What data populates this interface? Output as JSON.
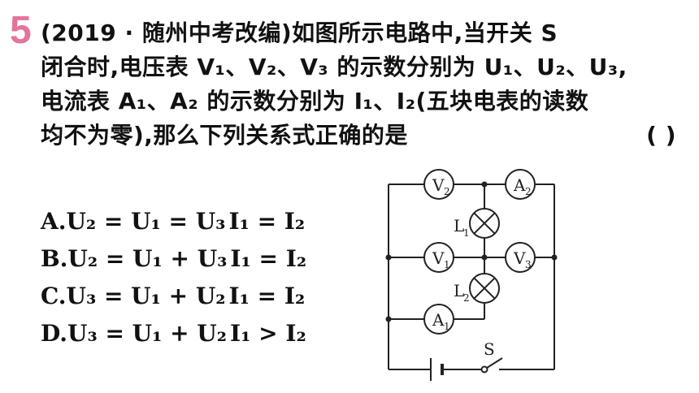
{
  "question": {
    "number": "5",
    "source": "(2019 · 随州中考改编)",
    "lines": [
      "如图所示电路中,当开关 S",
      "闭合时,电压表 V₁、V₂、V₃ 的示数分别为 U₁、U₂、U₃,",
      "电流表 A₁、A₂ 的示数分别为 I₁、I₂(五块电表的读数",
      "均不为零),那么下列关系式正确的是"
    ],
    "answer_paren": "(     )"
  },
  "options": [
    {
      "letter": "A.",
      "voltage": "U₂ = U₁ = U₃",
      "current": "I₁ = I₂"
    },
    {
      "letter": "B.",
      "voltage": "U₂ = U₁ + U₃",
      "current": "I₁ = I₂"
    },
    {
      "letter": "C.",
      "voltage": "U₃ = U₁ + U₂",
      "current": "I₁ = I₂"
    },
    {
      "letter": "D.",
      "voltage": "U₃ = U₁ + U₂",
      "current": "I₁ > I₂"
    }
  ],
  "circuit": {
    "meters": {
      "v1": {
        "letter": "V",
        "sub": "1"
      },
      "v2": {
        "letter": "V",
        "sub": "2"
      },
      "v3": {
        "letter": "V",
        "sub": "3"
      },
      "a1": {
        "letter": "A",
        "sub": "1"
      },
      "a2": {
        "letter": "A",
        "sub": "2"
      }
    },
    "lamps": {
      "l1": {
        "letter": "L",
        "sub": "1"
      },
      "l2": {
        "letter": "L",
        "sub": "2"
      }
    },
    "switch_label": "S"
  },
  "colors": {
    "question_number": "#e4749b",
    "text": "#111111",
    "wire": "#222222"
  }
}
